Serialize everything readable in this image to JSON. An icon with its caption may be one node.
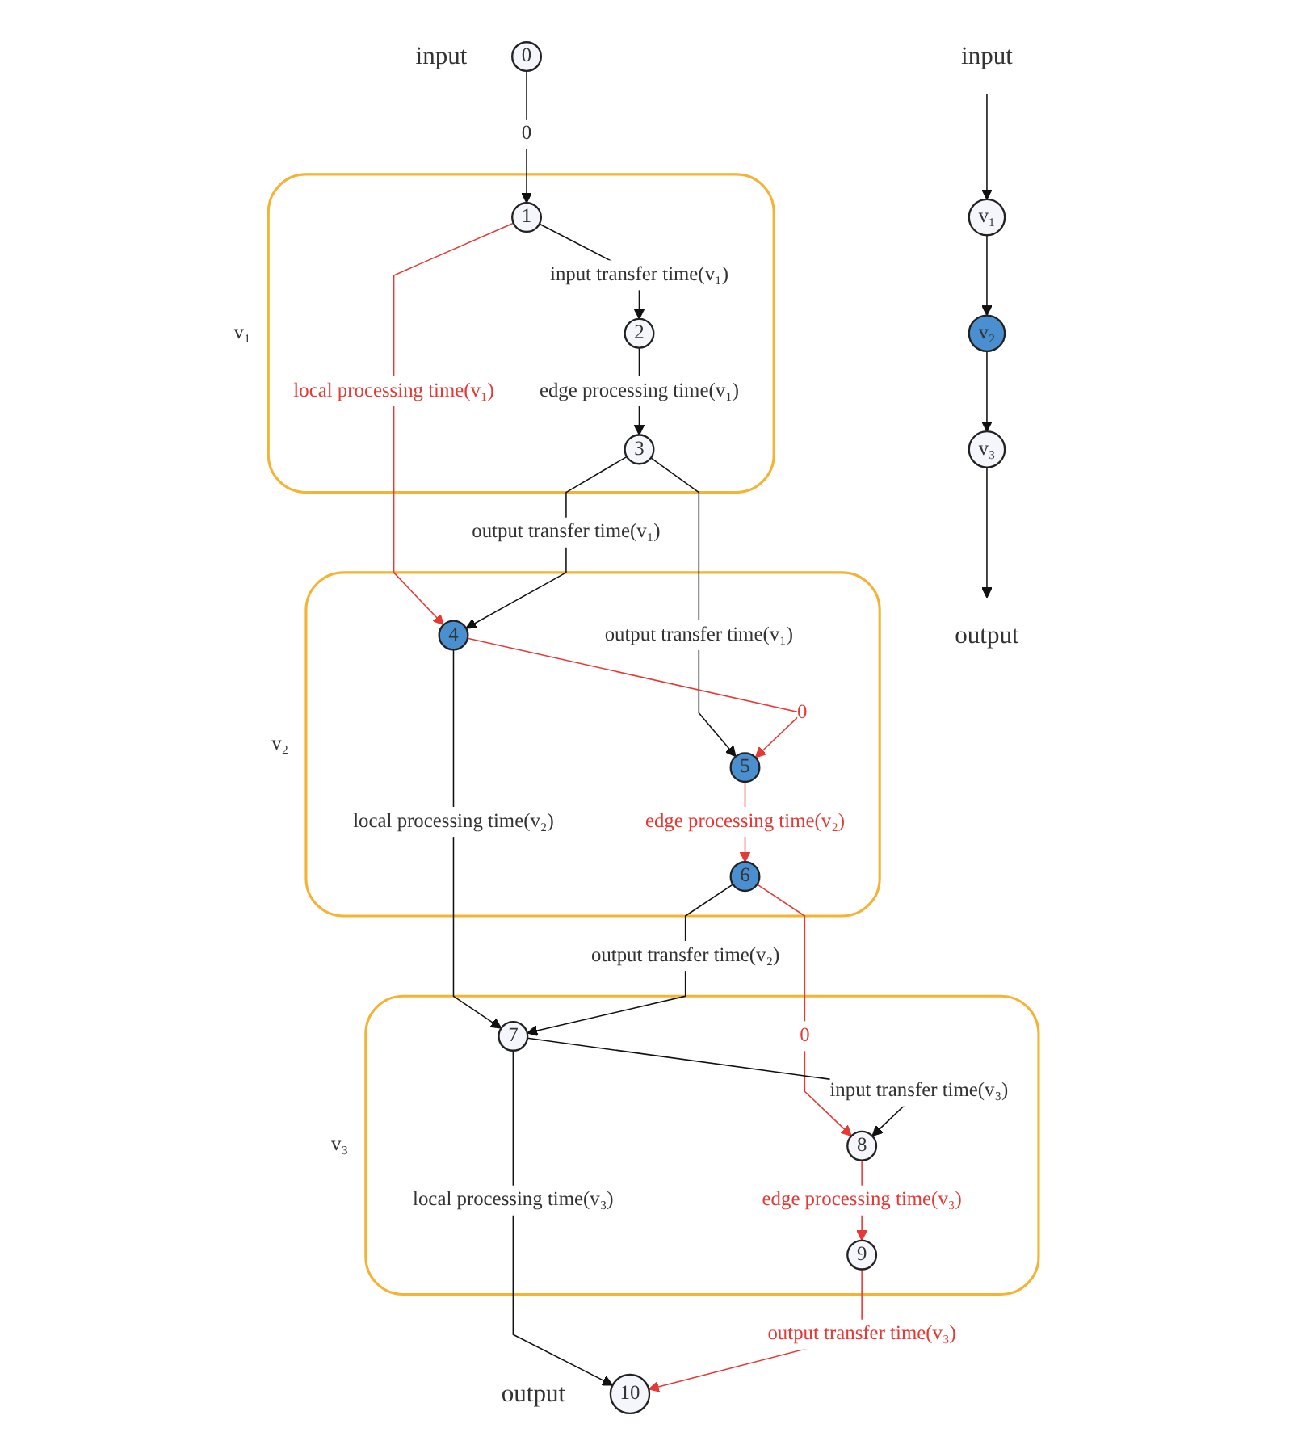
{
  "diagram": {
    "nodes": [
      {
        "text": [
          "input"
        ]
      },
      {
        "text": [
          "v₁"
        ]
      },
      {
        "text": [
          "v₂"
        ]
      },
      {
        "text": [
          "v₃"
        ]
      },
      {
        "text": [
          "output"
        ]
      },
      {
        "text": [
          "0"
        ],
        "beside": [
          "input"
        ]
      },
      {
        "text": [
          "v₁"
        ]
      },
      {
        "text": [
          "1"
        ],
        "in": 6
      },
      {
        "text": [
          "2"
        ],
        "in": 6
      },
      {
        "text": [
          "3"
        ],
        "in": 6
      },
      {
        "text": [
          "v₂"
        ]
      },
      {
        "text": [
          "4"
        ],
        "in": 10
      },
      {
        "text": [
          "5"
        ],
        "in": 10
      },
      {
        "text": [
          "6"
        ],
        "in": 10
      },
      {
        "text": [
          "v₃"
        ]
      },
      {
        "text": [
          "7"
        ],
        "in": 14
      },
      {
        "text": [
          "8"
        ],
        "in": 14
      },
      {
        "text": [
          "9"
        ],
        "in": 14
      },
      {
        "text": [
          "10"
        ],
        "beside": [
          "output"
        ]
      }
    ],
    "edges": [
      {
        "from": 0,
        "to": 1,
        "arrow": "to"
      },
      {
        "from": 1,
        "to": 2,
        "arrow": "to"
      },
      {
        "from": 2,
        "to": 3,
        "arrow": "to"
      },
      {
        "from": 3,
        "to": 4,
        "arrow": "to"
      },
      {
        "from": 5,
        "to": 7,
        "arrow": "to",
        "label": "0"
      },
      {
        "from": 7,
        "to": 8,
        "arrow": "to",
        "label": "input transfer time(v₁)"
      },
      {
        "from": 8,
        "to": 9,
        "arrow": "to",
        "label": "edge processing time(v₁)"
      },
      {
        "from": 7,
        "to": 11,
        "arrow": "to",
        "label": "local processing time(v₁)",
        "color": "#e53935"
      },
      {
        "from": 9,
        "to": 11,
        "arrow": "to",
        "label": "output transfer time(v₁)"
      },
      {
        "from": 9,
        "to": 12,
        "arrow": "to",
        "label": "output transfer time(v₁)"
      },
      {
        "from": 11,
        "to": 12,
        "arrow": "to",
        "label": "0",
        "color": "#e53935"
      },
      {
        "from": 12,
        "to": 13,
        "arrow": "to",
        "label": "edge processing time(v₂)",
        "color": "#e53935"
      },
      {
        "from": 11,
        "to": 15,
        "arrow": "to",
        "label": "local processing time(v₂)"
      },
      {
        "from": 13,
        "to": 15,
        "arrow": "to",
        "label": "output transfer time(v₂)"
      },
      {
        "from": 13,
        "to": 16,
        "arrow": "to",
        "label": "0",
        "color": "#e53935"
      },
      {
        "from": 15,
        "to": 16,
        "arrow": "to",
        "label": "input transfer time(v₃)"
      },
      {
        "from": 16,
        "to": 17,
        "arrow": "to",
        "label": "edge processing time(v₃)",
        "color": "#e53935"
      },
      {
        "from": 15,
        "to": 18,
        "arrow": "to",
        "label": "local processing time(v₃)"
      },
      {
        "from": 17,
        "to": 18,
        "arrow": "to",
        "label": "output transfer time(v₃)",
        "color": "#e53935"
      }
    ]
  }
}
